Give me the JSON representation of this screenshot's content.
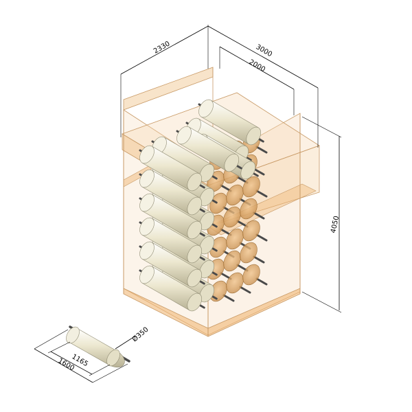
{
  "dimensions": {
    "depth": "2330",
    "width": "3000",
    "inner_width": "2000",
    "height": "4050",
    "roller_length": "1600",
    "roller_body_length": "1165",
    "roller_diameter": "Ø350"
  },
  "colors": {
    "frame_fill": "#f3cd9f",
    "frame_edge": "#c89a66",
    "roller_body": "#ece7cf",
    "roller_shadow": "#b8b295",
    "roller_end": "#d9a86a",
    "shaft": "#4a4a4a"
  }
}
